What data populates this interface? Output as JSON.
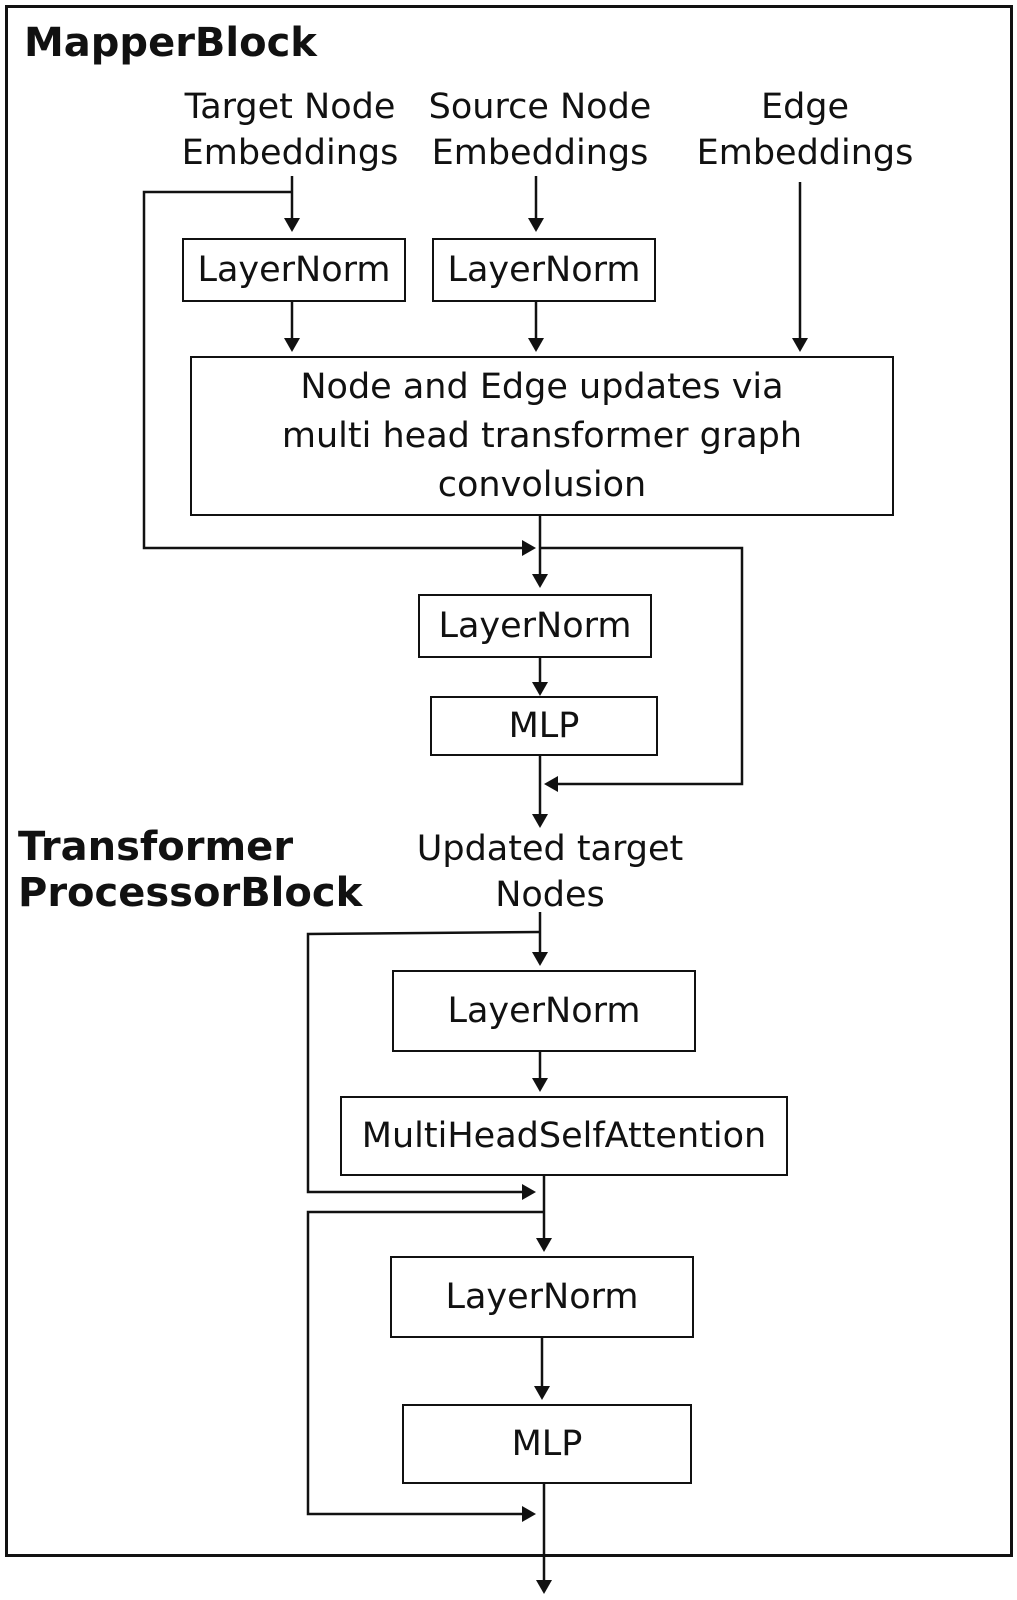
{
  "mapper": {
    "title": "MapperBlock",
    "inputs": {
      "target": "Target Node\nEmbeddings",
      "source": "Source Node\nEmbeddings",
      "edge": "Edge\nEmbeddings"
    },
    "layernorm_target": "LayerNorm",
    "layernorm_source": "LayerNorm",
    "graph_conv": "Node and Edge updates via\nmulti head transformer graph\nconvolusion",
    "layernorm_post": "LayerNorm",
    "mlp": "MLP",
    "output": "Updated target\nNodes"
  },
  "processor": {
    "title": "Transformer\nProcessorBlock",
    "layernorm_1": "LayerNorm",
    "attention": "MultiHeadSelfAttention",
    "layernorm_2": "LayerNorm",
    "mlp": "MLP"
  }
}
